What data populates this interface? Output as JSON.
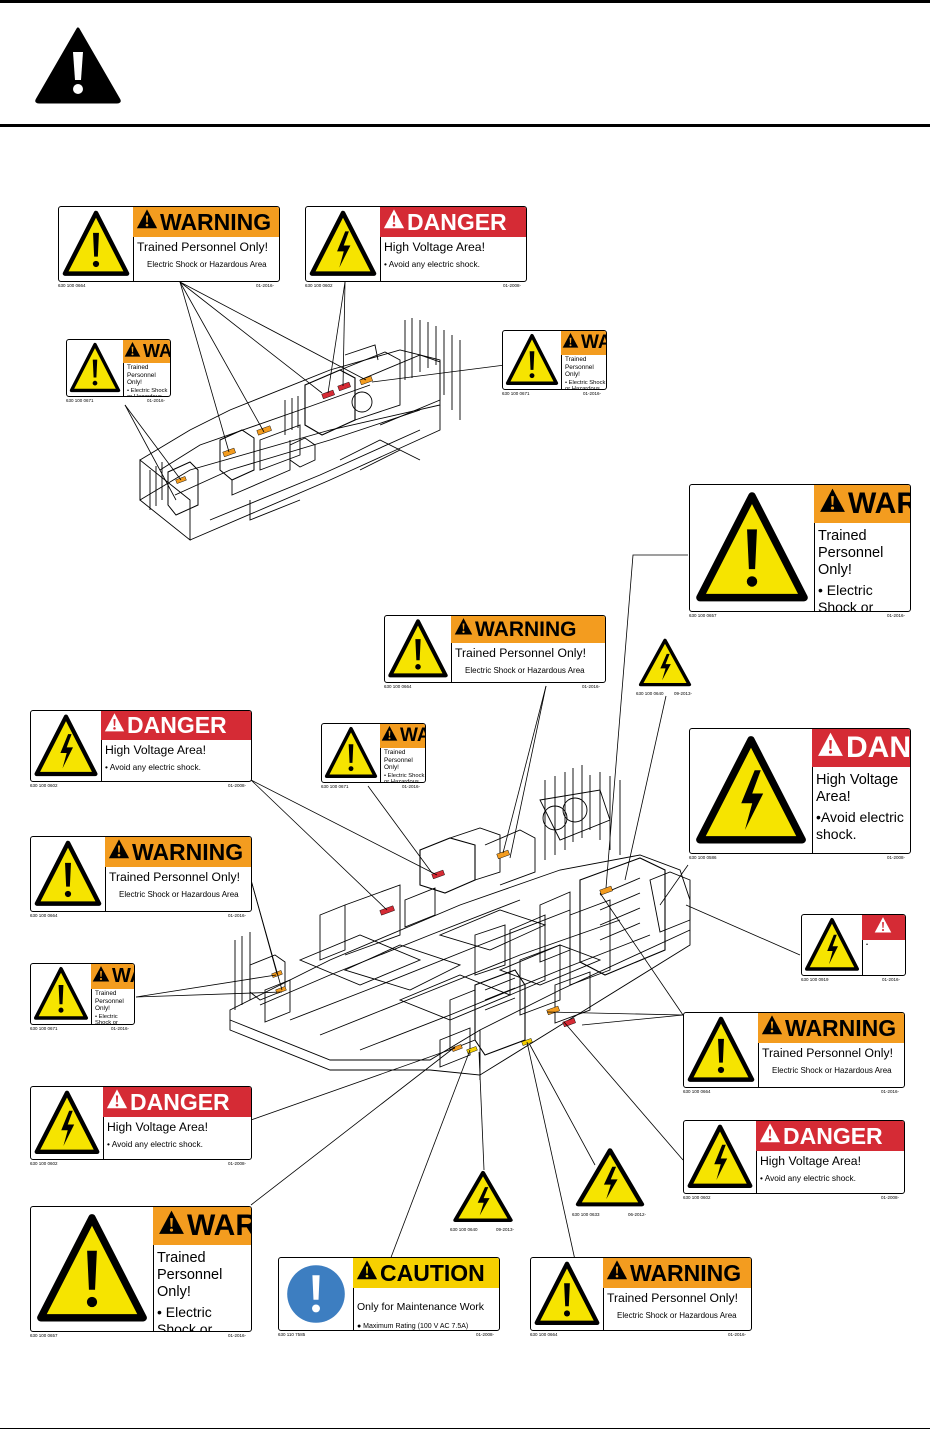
{
  "page": {
    "header_icon": "exclamation-triangle-icon"
  },
  "labels": [
    {
      "id": "w1",
      "kind": "warning",
      "icon": "exclamation-icon",
      "header": "WARNING",
      "l1": "Trained Personnel Only!",
      "l2": "Electric Shock or Hazardous Area",
      "code_l": "630 100 0664",
      "code_r": "01-2016-"
    },
    {
      "id": "d1",
      "kind": "danger",
      "icon": "lightning-bolt-icon",
      "header": "DANGER",
      "l1": "High Voltage Area!",
      "l2": "• Avoid any electric shock.",
      "code_l": "630 100 0602",
      "code_r": "01-2008-"
    },
    {
      "id": "w2",
      "kind": "warning",
      "icon": "exclamation-icon",
      "header": "WARNING",
      "l1": "Trained Personnel Only!",
      "l2": "• Electric Shock or Hazardous Area",
      "code_l": "630 100 0671",
      "code_r": "01-2016-"
    },
    {
      "id": "w3",
      "kind": "warning",
      "icon": "exclamation-icon",
      "header": "WARNING",
      "l1": "Trained Personnel Only!",
      "l2": "• Electric Shock or Hazardous Area",
      "code_l": "630 100 0671",
      "code_r": "01-2016-"
    },
    {
      "id": "w4",
      "kind": "warning",
      "icon": "exclamation-icon",
      "header": "WARNING",
      "l1": "Trained Personnel Only!",
      "l2": "• Electric Shock or Hazardous Area",
      "code_l": "630 100 0657",
      "code_r": "01-2016-"
    },
    {
      "id": "w5",
      "kind": "warning",
      "icon": "exclamation-icon",
      "header": "WARNING",
      "l1": "Trained Personnel Only!",
      "l2": "Electric Shock or Hazardous Area",
      "code_l": "630 100 0664",
      "code_r": "01-2016-"
    },
    {
      "id": "d2",
      "kind": "danger",
      "icon": "lightning-bolt-icon",
      "header": "DANGER",
      "l1": "High Voltage Area!",
      "l2": "• Avoid any electric shock.",
      "code_l": "630 100 0602",
      "code_r": "01-2008-"
    },
    {
      "id": "w6",
      "kind": "warning",
      "icon": "exclamation-icon",
      "header": "WARNING",
      "l1": "Trained Personnel Only!",
      "l2": "• Electric Shock or Hazardous Area",
      "code_l": "630 100 0671",
      "code_r": "01-2016-"
    },
    {
      "id": "d3",
      "kind": "danger",
      "icon": "lightning-bolt-icon",
      "header": "DANGER",
      "l1": "High Voltage Area!",
      "l2": "•Avoid electric shock.",
      "code_l": "630 100 0586",
      "code_r": "01-2008-"
    },
    {
      "id": "w7",
      "kind": "warning",
      "icon": "exclamation-icon",
      "header": "WARNING",
      "l1": "Trained Personnel Only!",
      "l2": "Electric Shock or Hazardous Area",
      "code_l": "630 100 0664",
      "code_r": "01-2016-"
    },
    {
      "id": "d4",
      "kind": "danger-blank",
      "icon": "lightning-bolt-icon",
      "header": "",
      "l1": "",
      "l2": "•",
      "code_l": "630 100 0919",
      "code_r": "01-2016-"
    },
    {
      "id": "w8",
      "kind": "warning",
      "icon": "exclamation-icon",
      "header": "WARNING",
      "l1": "Trained Personnel Only!",
      "l2": "• Electric Shock or Hazardous Area",
      "code_l": "630 100 0671",
      "code_r": "01-2016-"
    },
    {
      "id": "w9",
      "kind": "warning",
      "icon": "exclamation-icon",
      "header": "WARNING",
      "l1": "Trained Personnel Only!",
      "l2": "Electric Shock or Hazardous Area",
      "code_l": "630 100 0664",
      "code_r": "01-2016-"
    },
    {
      "id": "d5",
      "kind": "danger",
      "icon": "lightning-bolt-icon",
      "header": "DANGER",
      "l1": "High Voltage Area!",
      "l2": "• Avoid any electric shock.",
      "code_l": "630 100 0602",
      "code_r": "01-2008-"
    },
    {
      "id": "d6",
      "kind": "danger",
      "icon": "lightning-bolt-icon",
      "header": "DANGER",
      "l1": "High Voltage Area!",
      "l2": "• Avoid any electric shock.",
      "code_l": "630 100 0602",
      "code_r": "01-2008-"
    },
    {
      "id": "w10",
      "kind": "warning",
      "icon": "exclamation-icon",
      "header": "WARNING",
      "l1": "Trained Personnel Only!",
      "l2": "• Electric Shock or Hazardous Area",
      "code_l": "630 100 0657",
      "code_r": "01-2016-"
    },
    {
      "id": "c1",
      "kind": "caution",
      "icon": "info-exclamation-icon",
      "header": "CAUTION",
      "l1": "Only for Maintenance Work",
      "l2": "● Maximum Rating (100 V AC  7.5A)",
      "code_l": "630 110 7585",
      "code_r": "01-2008-"
    },
    {
      "id": "w11",
      "kind": "warning",
      "icon": "exclamation-icon",
      "header": "WARNING",
      "l1": "Trained Personnel Only!",
      "l2": "Electric Shock or Hazardous Area",
      "code_l": "630 100 0664",
      "code_r": "01-2016-"
    }
  ],
  "triangles": [
    {
      "id": "t1",
      "icon": "high-voltage-triangle-icon",
      "code_l": "630 100 0640",
      "code_r": "09-2013-"
    },
    {
      "id": "t2",
      "icon": "high-voltage-triangle-icon",
      "code_l": "630 100 0640",
      "code_r": "09-2013-"
    },
    {
      "id": "t3",
      "icon": "high-voltage-triangle-icon",
      "code_l": "630 100 0633",
      "code_r": "06-2012-"
    }
  ]
}
